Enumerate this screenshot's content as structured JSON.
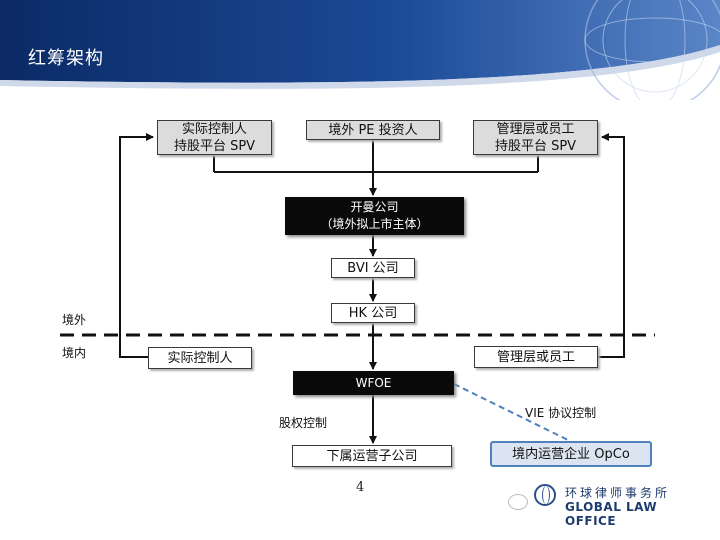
{
  "slide": {
    "title": "红筹架构",
    "page_number": "4"
  },
  "nodes": {
    "controller_spv": {
      "line1": "实际控制人",
      "line2": "持股平台 SPV"
    },
    "pe_investor": "境外 PE 投资人",
    "mgmt_spv": {
      "line1": "管理层或员工",
      "line2": "持股平台 SPV"
    },
    "kaiman": {
      "line1": "开曼公司",
      "line2": "（境外拟上市主体）"
    },
    "bvi": "BVI 公司",
    "hk": "HK 公司",
    "actual_controller": "实际控制人",
    "mgmt": "管理层或员工",
    "wfoe": "WFOE",
    "subsidiary": "下属运营子公司",
    "opco": "境内运营企业 OpCo"
  },
  "labels": {
    "offshore": "境外",
    "onshore": "境内",
    "equity_control": "股权控制",
    "vie_control": "VIE 协议控制"
  },
  "footer": {
    "firm_cn": "环球律师事务所",
    "firm_en": "GLOBAL LAW OFFICE"
  }
}
